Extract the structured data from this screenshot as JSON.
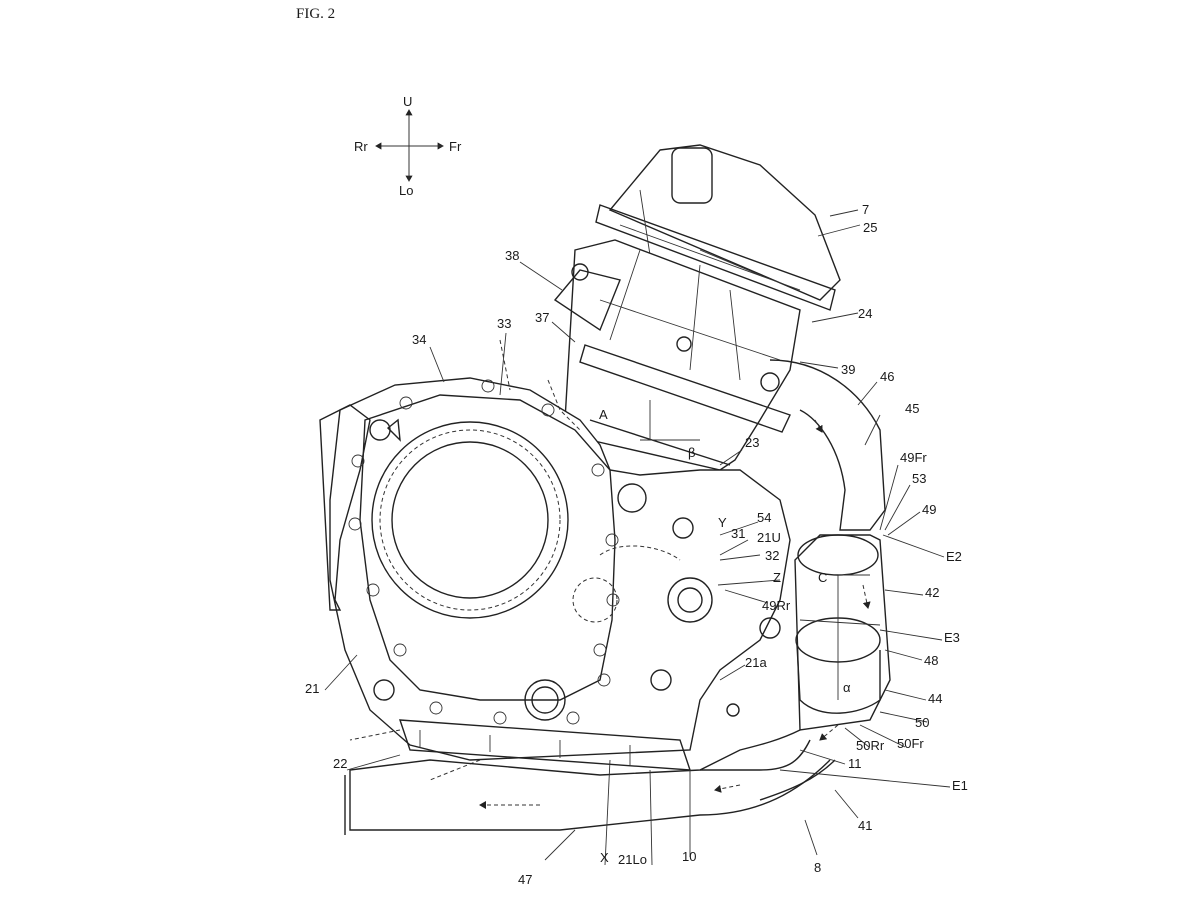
{
  "figure": {
    "title": "FIG. 2"
  },
  "directions": {
    "up": "U",
    "down": "Lo",
    "front": "Fr",
    "rear": "Rr"
  },
  "labels": [
    {
      "id": "7",
      "text": "7"
    },
    {
      "id": "25",
      "text": "25"
    },
    {
      "id": "24",
      "text": "24"
    },
    {
      "id": "38",
      "text": "38"
    },
    {
      "id": "37",
      "text": "37"
    },
    {
      "id": "33",
      "text": "33"
    },
    {
      "id": "34",
      "text": "34"
    },
    {
      "id": "39",
      "text": "39"
    },
    {
      "id": "46",
      "text": "46"
    },
    {
      "id": "45",
      "text": "45"
    },
    {
      "id": "A",
      "text": "A"
    },
    {
      "id": "beta",
      "text": "β"
    },
    {
      "id": "23",
      "text": "23"
    },
    {
      "id": "49Fr",
      "text": "49Fr"
    },
    {
      "id": "53",
      "text": "53"
    },
    {
      "id": "49",
      "text": "49"
    },
    {
      "id": "Y",
      "text": "Y"
    },
    {
      "id": "31",
      "text": "31"
    },
    {
      "id": "54",
      "text": "54"
    },
    {
      "id": "21U",
      "text": "21U"
    },
    {
      "id": "E2",
      "text": "E2"
    },
    {
      "id": "32",
      "text": "32"
    },
    {
      "id": "Z",
      "text": "Z"
    },
    {
      "id": "C",
      "text": "C"
    },
    {
      "id": "42",
      "text": "42"
    },
    {
      "id": "49Rr",
      "text": "49Rr"
    },
    {
      "id": "E3",
      "text": "E3"
    },
    {
      "id": "48",
      "text": "48"
    },
    {
      "id": "21a",
      "text": "21a"
    },
    {
      "id": "alpha",
      "text": "α"
    },
    {
      "id": "44",
      "text": "44"
    },
    {
      "id": "21",
      "text": "21"
    },
    {
      "id": "50",
      "text": "50"
    },
    {
      "id": "50Rr",
      "text": "50Rr"
    },
    {
      "id": "50Fr",
      "text": "50Fr"
    },
    {
      "id": "22",
      "text": "22"
    },
    {
      "id": "11",
      "text": "11"
    },
    {
      "id": "E1",
      "text": "E1"
    },
    {
      "id": "41",
      "text": "41"
    },
    {
      "id": "8",
      "text": "8"
    },
    {
      "id": "X",
      "text": "X"
    },
    {
      "id": "21Lo",
      "text": "21Lo"
    },
    {
      "id": "10",
      "text": "10"
    },
    {
      "id": "47",
      "text": "47"
    }
  ]
}
